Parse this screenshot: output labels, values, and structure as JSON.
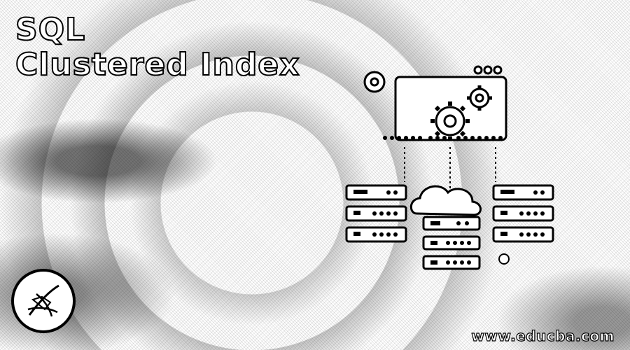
{
  "title": {
    "line1": "SQL",
    "line2": "Clustered Index"
  },
  "footer": {
    "website": "www.educba.com"
  },
  "icons": {
    "illustration": "database-servers-cloud-gears-illustration",
    "logo": "sql-server-logo-icon"
  },
  "colors": {
    "ink": "#000000",
    "paper": "#ffffff"
  }
}
